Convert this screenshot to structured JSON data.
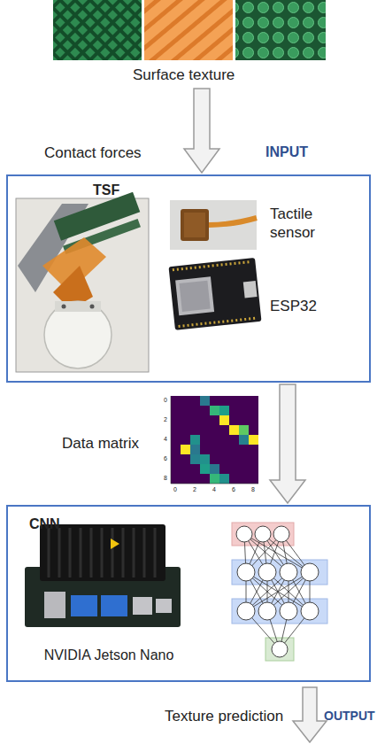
{
  "diagram": {
    "nodes": [
      {
        "text": [
          "TSF",
          "Tactile sensor",
          "ESP32"
        ]
      },
      {
        "text": [
          "CNN",
          "NVIDIA Jetson Nano"
        ]
      }
    ],
    "edges": [
      {
        "from": 0,
        "to": 1,
        "label": "Data matrix",
        "arrow": "to"
      }
    ],
    "labels": [
      "Surface texture",
      "Contact forces",
      "INPUT",
      "Texture prediction",
      "OUTPUT",
      "0",
      "2",
      "4",
      "6",
      "8",
      "0",
      "2",
      "4",
      "6",
      "8"
    ]
  }
}
